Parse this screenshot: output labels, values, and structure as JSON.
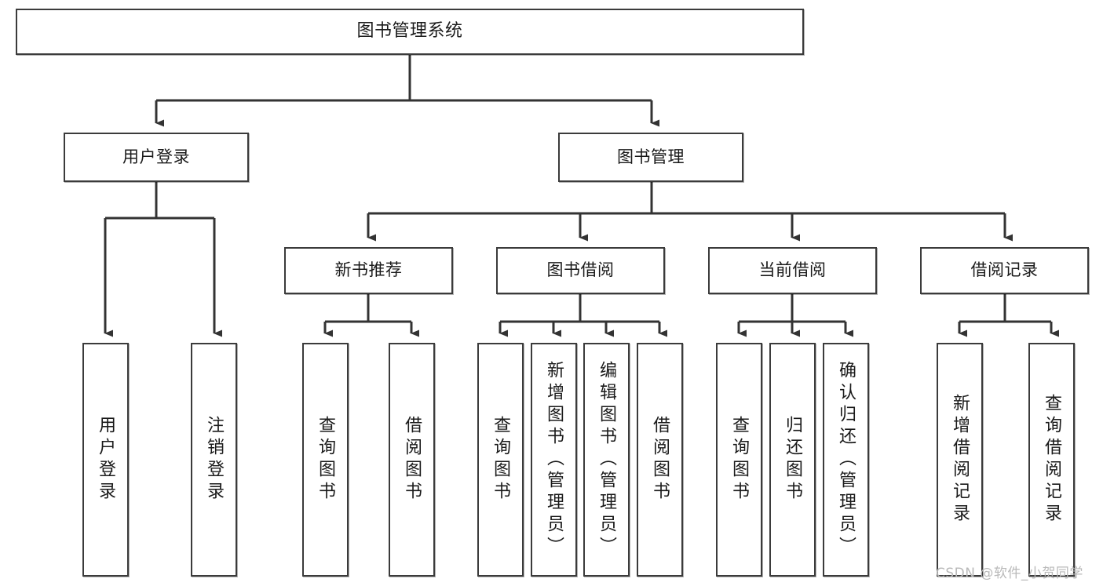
{
  "diagram": {
    "type": "tree-hierarchy",
    "title": "图书管理系统",
    "watermark": "CSDN @软件_小贺同学",
    "colors": {
      "box_border": "#3b3b3b",
      "box_fill": "#ffffff",
      "connector": "#333333",
      "text": "#1a1a1a",
      "watermark": "#b9b9b9",
      "background": "#ffffff"
    },
    "root": {
      "label": "图书管理系统"
    },
    "level1": [
      {
        "label": "用户登录"
      },
      {
        "label": "图书管理"
      }
    ],
    "level2": [
      {
        "label": "新书推荐"
      },
      {
        "label": "图书借阅"
      },
      {
        "label": "当前借阅"
      },
      {
        "label": "借阅记录"
      }
    ],
    "leaves": {
      "user_login": [
        {
          "label": "用户登录"
        },
        {
          "label": "注销登录"
        }
      ],
      "new_book_recommend": [
        {
          "label": "查询图书"
        },
        {
          "label": "借阅图书"
        }
      ],
      "book_borrow": [
        {
          "label": "查询图书"
        },
        {
          "label": "新增图书（管理员）"
        },
        {
          "label": "编辑图书（管理员）"
        },
        {
          "label": "借阅图书"
        }
      ],
      "current_borrow": [
        {
          "label": "查询图书"
        },
        {
          "label": "归还图书"
        },
        {
          "label": "确认归还（管理员）"
        }
      ],
      "borrow_record": [
        {
          "label": "新增借阅记录"
        },
        {
          "label": "查询借阅记录"
        }
      ]
    }
  }
}
